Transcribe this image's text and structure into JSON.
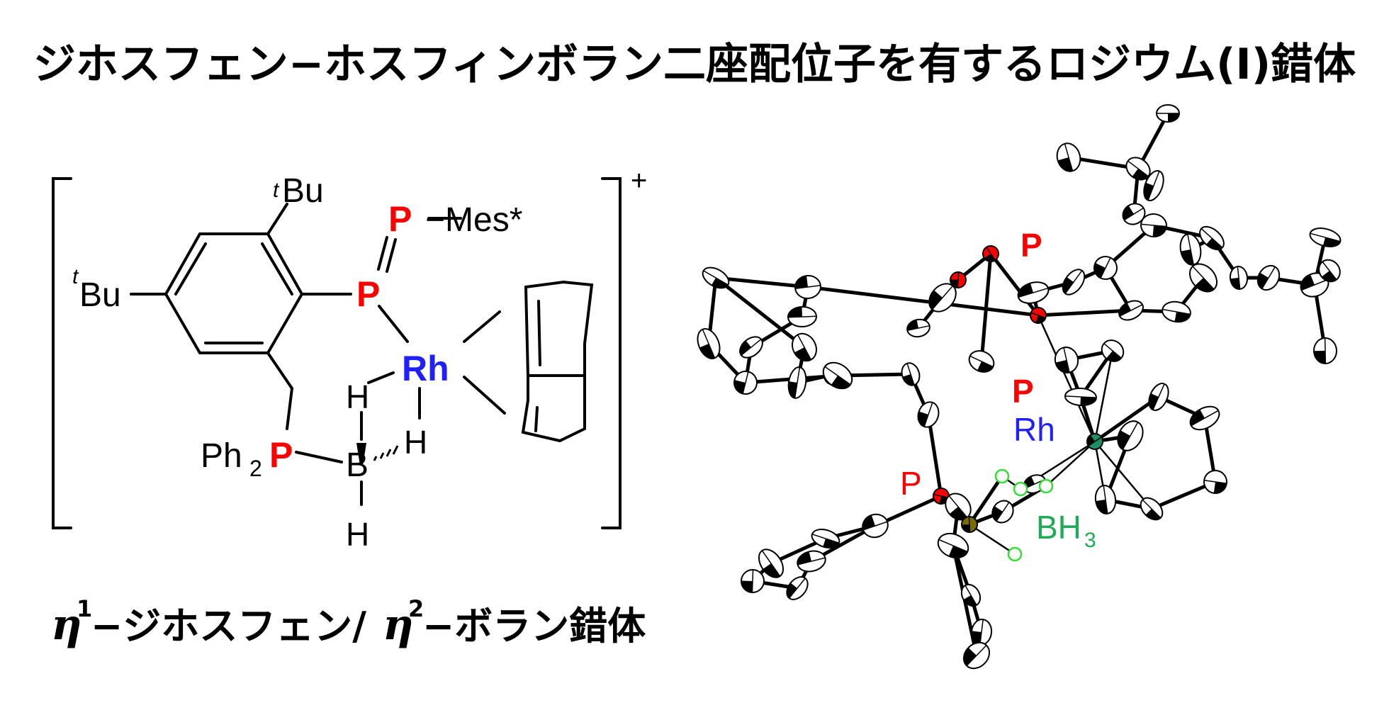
{
  "title": "ジホスフェン−ホスフィンボラン二座配位子を有するロジウム(I)錯体",
  "structure": {
    "tbu_top": "Bu",
    "tbu_left": "Bu",
    "t_prefix": "t",
    "mes": "−Mes*",
    "p_upper": "P",
    "p_lower": "P",
    "rh": "Rh",
    "h_left": "H",
    "h_right": "H",
    "h_bottom": "H",
    "b": "B",
    "ph": "Ph",
    "ph_sub": "2",
    "p_phos": "P",
    "charge": "+"
  },
  "caption": {
    "eta": "η",
    "sup1": "1",
    "part1": "−ジホスフェン/",
    "sup2": "2",
    "part2": "−ボラン錯体"
  },
  "crystal": {
    "label_p_top": "P",
    "label_p_mid": "P",
    "label_rh": "Rh",
    "label_p_phos": "P",
    "label_bh": "BH",
    "label_bh_sub": "3"
  },
  "colors": {
    "phosphorus": "#ff0000",
    "rhodium": "#2020ff",
    "boron_h": "#1faa55"
  }
}
